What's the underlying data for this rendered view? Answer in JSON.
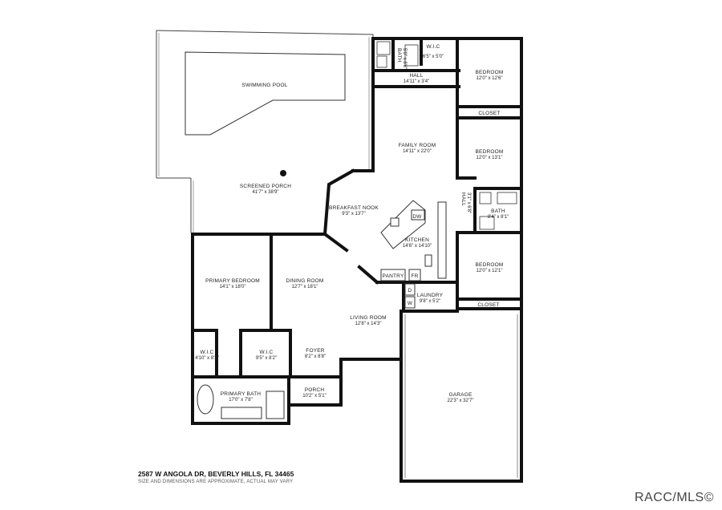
{
  "listing": {
    "address": "2587 W ANGOLA DR, BEVERLY HILLS, FL 34465",
    "disclaimer": "SIZE AND DIMENSIONS ARE APPROXIMATE, ACTUAL MAY VARY",
    "watermark": "RACC/MLS©"
  },
  "rooms": {
    "swimming_pool": {
      "name": "SWIMMING POOL"
    },
    "screened_porch": {
      "name": "SCREENED PORCH",
      "dims": "41'7\" x 38'9\""
    },
    "bath_top": {
      "name": "BATH",
      "dims": "5'0\" x 8'6\""
    },
    "wic_top": {
      "name": "W.I.C",
      "dims": "6'5\" x 5'0\""
    },
    "hall_top": {
      "name": "HALL",
      "dims": "14'11\" x 3'4\""
    },
    "bedroom_1": {
      "name": "BEDROOM",
      "dims": "12'0\" x 12'6\""
    },
    "closet_1": {
      "name": "CLOSET"
    },
    "family_room": {
      "name": "FAMILY ROOM",
      "dims": "14'11\" x 22'0\""
    },
    "bedroom_2": {
      "name": "BEDROOM",
      "dims": "12'0\" x 13'1\""
    },
    "breakfast_nook": {
      "name": "BREAKFAST NOOK",
      "dims": "9'3\" x 13'7\""
    },
    "hall_mid": {
      "name": "HALL",
      "dims": "3'1\" x 6'8\""
    },
    "bath_mid": {
      "name": "BATH",
      "dims": "8'4\" x 8'1\""
    },
    "kitchen": {
      "name": "KITCHEN",
      "dims": "14'6\" x 14'10\""
    },
    "dw": {
      "name": "DW"
    },
    "bedroom_3": {
      "name": "BEDROOM",
      "dims": "12'0\" x 12'1\""
    },
    "primary_bedroom": {
      "name": "PRIMARY BEDROOM",
      "dims": "14'1\" x 18'0\""
    },
    "dining_room": {
      "name": "DINING ROOM",
      "dims": "12'7\" x 18'1\""
    },
    "pantry": {
      "name": "PANTRY"
    },
    "fr": {
      "name": "FR"
    },
    "d": {
      "name": "D"
    },
    "w": {
      "name": "W"
    },
    "laundry": {
      "name": "LAUNDRY",
      "dims": "9'8\" x 5'2\""
    },
    "closet_2": {
      "name": "CLOSET"
    },
    "living_room": {
      "name": "LIVING ROOM",
      "dims": "12'8\" x 14'3\""
    },
    "wic_left": {
      "name": "W.I.C",
      "dims": "4'10\" x 8'3\""
    },
    "wic_right": {
      "name": "W.I.C",
      "dims": "9'5\" x 8'2\""
    },
    "foyer": {
      "name": "FOYER",
      "dims": "8'2\" x 8'8\""
    },
    "garage": {
      "name": "GARAGE",
      "dims": "22'3\" x 32'7\""
    },
    "primary_bath": {
      "name": "PRIMARY BATH",
      "dims": "17'0\" x 7'8\""
    },
    "porch": {
      "name": "PORCH",
      "dims": "10'2\" x 5'1\""
    }
  }
}
